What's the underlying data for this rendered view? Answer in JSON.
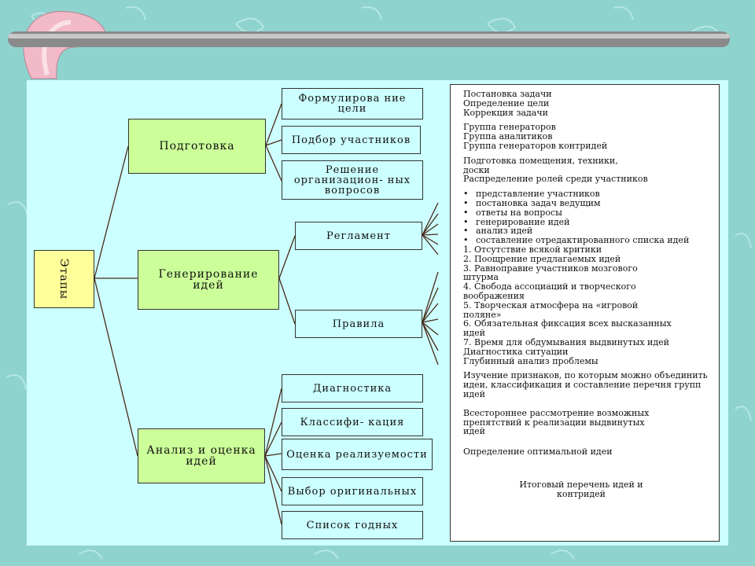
{
  "root": {
    "label": "Этапы"
  },
  "stages": [
    {
      "label": "Подготовка",
      "subs": [
        "Формулирова ние цели",
        "Подбор участников",
        "Решение организацион- ных вопросов"
      ]
    },
    {
      "label": "Генериро­ва­ние идей",
      "subs": [
        "Регламент",
        "Правила"
      ]
    },
    {
      "label": "Анализ и оценка идей",
      "subs": [
        "Диагностика",
        "Классифи- кация",
        "Оценка реализуемости",
        "Выбор оригинальных",
        "Список годных"
      ]
    }
  ],
  "right_text": {
    "g1": [
      "Постановка задачи",
      "Определение цели",
      "Коррекция задачи"
    ],
    "g2": [
      "Группа генераторов",
      "Группа аналитиков",
      "Группа генераторов контридей"
    ],
    "g3": [
      "Подготовка помещения, техники, доски",
      "Распределение ролей среди участников"
    ],
    "bullets": [
      "представление участников",
      "постановка задач ведущим",
      "ответы на вопросы",
      "генерирование идей",
      "анализ идей",
      "составление отредактированного списка идей"
    ],
    "rules": [
      "1. Отсутствие всякой критики",
      "2. Поощрение предлагаемых идей",
      "3. Равноправие участников мозгового штурма",
      "4. Свобода ассоциаций и творческого воображения",
      "5. Творческая атмосфера на «игровой поляне»",
      "6. Обязательная фиксация всех высказанных идей",
      "7. Время для обдумывания выдвинутых идей"
    ],
    "g4": [
      "Диагностика ситуации",
      "Глубинный анализ проблемы"
    ],
    "g5": "Изучение признаков, по которым можно объединить идеи, классификация и составление перечня групп идей",
    "g6": "Всестороннее рассмотрение возможных препятствий к реализации выдвинутых идей",
    "g7": "Определение оптимальной идеи",
    "g8": "Итоговый перечень идей и контридей"
  }
}
